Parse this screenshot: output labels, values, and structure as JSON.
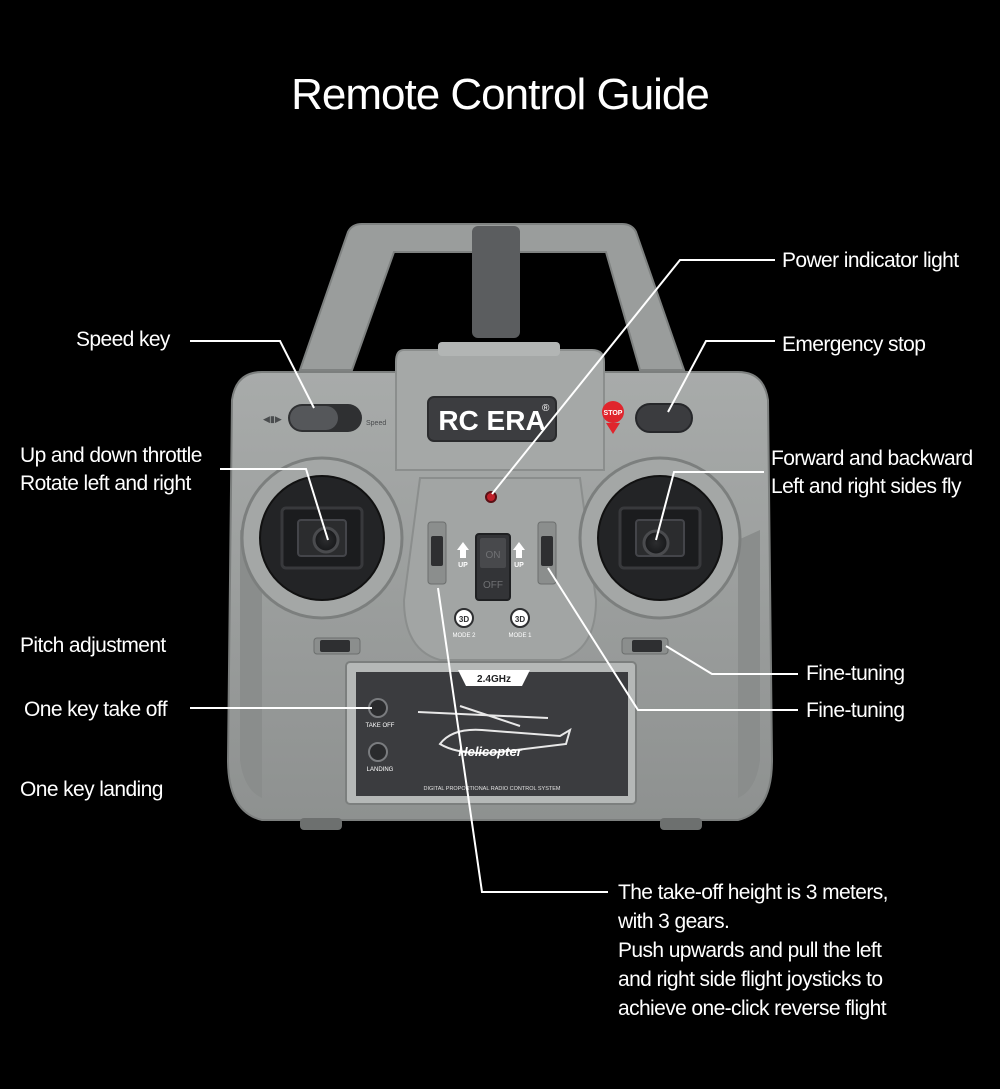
{
  "title": "Remote Control Guide",
  "brand": {
    "logo_text": "RC ERA",
    "registered": "®",
    "stop_text": "STOP"
  },
  "controller": {
    "switch_on": "ON",
    "switch_off": "OFF",
    "up_label": "UP",
    "mode2_label": "MODE 2",
    "mode1_label": "MODE 1",
    "mode_icon": "3D",
    "speed_label": "Speed",
    "freq_badge": "2.4GHz",
    "takeoff_label": "TAKE OFF",
    "landing_label": "LANDING",
    "helicopter_text": "Helicopter",
    "system_text": "DIGITAL PROPORTIONAL RADIO CONTROL SYSTEM"
  },
  "labels": {
    "speed_key": "Speed key",
    "throttle_line1": "Up and down throttle",
    "throttle_line2": "Rotate left and right",
    "pitch": "Pitch adjustment",
    "takeoff": "One key take off",
    "landing": "One key  landing",
    "power_light": "Power indicator light",
    "emergency": "Emergency stop",
    "forward_line1": "Forward and backward",
    "forward_line2": "Left and right sides fly",
    "finetune1": "Fine-tuning",
    "finetune2": "Fine-tuning"
  },
  "note": {
    "line1": "The take-off height is 3 meters,",
    "line2": "with 3 gears.",
    "line3": "Push upwards and pull the left",
    "line4": "and right side flight joysticks to",
    "line5": "achieve one-click reverse flight"
  },
  "colors": {
    "background": "#000000",
    "body_gray": "#9ea1a0",
    "panel_dark": "#3c3d40",
    "stop_red": "#e0252d",
    "indicator_red": "#c0202a"
  }
}
